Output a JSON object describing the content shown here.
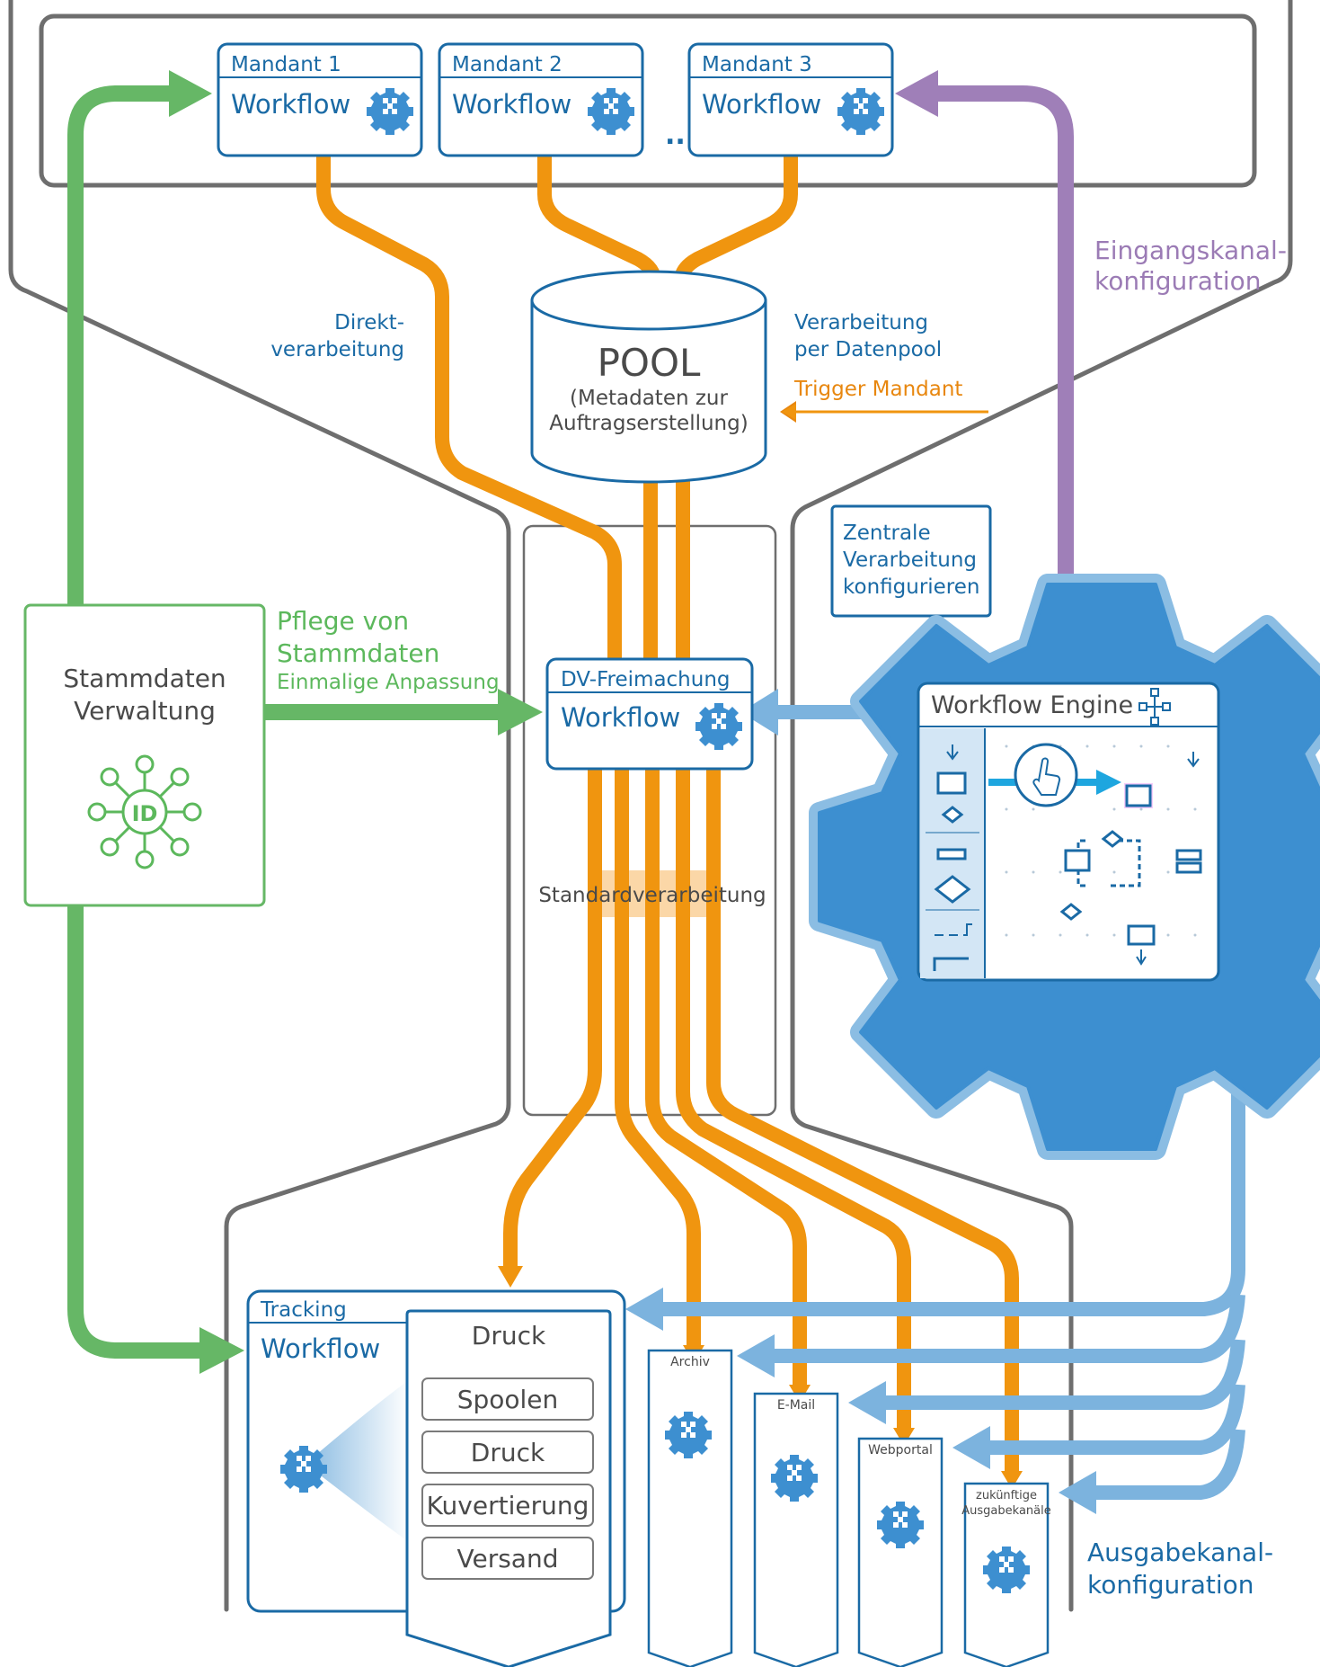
{
  "mandants": [
    {
      "label": "Mandant 1",
      "workflow": "Workflow"
    },
    {
      "label": "Mandant 2",
      "workflow": "Workflow"
    },
    {
      "label": "Mandant 3",
      "workflow": "Workflow"
    }
  ],
  "mandant_ellipsis": "...",
  "pool": {
    "title": "POOL",
    "line1": "(Metadaten zur",
    "line2": "Auftragserstellung)"
  },
  "direct": {
    "line1": "Direkt-",
    "line2": "verarbeitung"
  },
  "datapool": {
    "line1": "Verarbeitung",
    "line2": "per Datenpool"
  },
  "trigger": "Trigger Mandant",
  "input_channel": {
    "line1": "Eingangskanal-",
    "line2": "konfiguration"
  },
  "central": {
    "line1": "Zentrale",
    "line2": "Verarbeitung",
    "line3": "konfigurieren"
  },
  "master_data_admin": {
    "line1": "Stammdaten",
    "line2": "Verwaltung",
    "badge": "ID"
  },
  "master_data_care": {
    "line1": "Pflege von",
    "line2": "Stammdaten",
    "line3": "Einmalige Anpassung"
  },
  "dv": {
    "title": "DV-Freimachung",
    "workflow": "Workflow"
  },
  "standard": "Standardverarbeitung",
  "engine": {
    "title": "Workflow Engine"
  },
  "tracking": {
    "title": "Tracking",
    "workflow": "Workflow"
  },
  "druck": {
    "title": "Druck",
    "steps": [
      "Spoolen",
      "Druck",
      "Kuvertierung",
      "Versand"
    ]
  },
  "channels": [
    {
      "label": "Archiv"
    },
    {
      "label": "E-Mail"
    },
    {
      "label": "Webportal"
    },
    {
      "label_line1": "zukünftige",
      "label_line2": "Ausgabekanäle"
    }
  ],
  "output_channel": {
    "line1": "Ausgabekanal-",
    "line2": "konfiguration"
  },
  "colors": {
    "blue": "#1a6aa5",
    "light_blue": "#7cb3de",
    "orange": "#f0950f",
    "green": "#66b766",
    "purple": "#9f7fb8",
    "grey": "#6e6e6e"
  }
}
